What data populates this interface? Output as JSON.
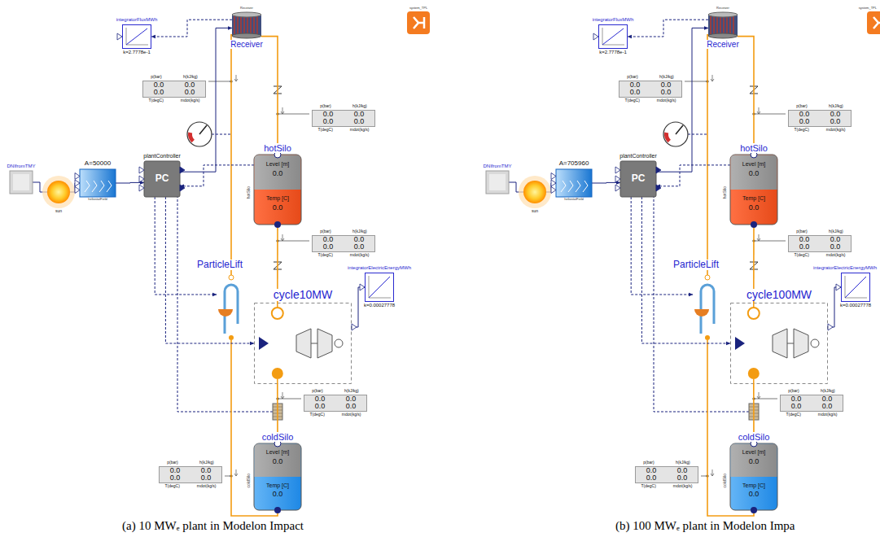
{
  "diagram": {
    "nodes": [
      {
        "text": [
          "integratorFluxMWh",
          "k=2.7778e-1"
        ]
      },
      {
        "text": [
          "Receiver",
          "Receiver"
        ]
      },
      {
        "text": [
          "system_TPL"
        ]
      },
      {
        "text": [
          "p(bar)",
          "h(kJ/kg)",
          "0.0",
          "0.0",
          "0.0",
          "0.0",
          "T(degC)",
          "mdot(kg/s)"
        ]
      },
      {
        "text": [
          "p(bar)",
          "h(kJ/kg)",
          "0.0",
          "0.0",
          "0.0",
          "0.0",
          "T(degC)",
          "mdot(kg/s)"
        ]
      },
      {
        "text": [
          "DNIfromTMY"
        ]
      },
      {
        "text": [
          "sun"
        ]
      },
      {
        "text": [
          "A=50000",
          "heliostatField"
        ]
      },
      {
        "text": [
          "plantController",
          "PC"
        ]
      },
      {
        "text": [
          "hotSilo",
          "Level [m]",
          "0.0",
          "Temp [C]",
          "0.0",
          "hotSilo"
        ]
      },
      {
        "text": [
          "p(bar)",
          "h(kJ/kg)",
          "0.0",
          "0.0",
          "0.0",
          "0.0",
          "T(degC)",
          "mdot(kg/s)"
        ]
      },
      {
        "text": [
          "ParticleLift"
        ]
      },
      {
        "text": [
          "cycle10MW"
        ]
      },
      {
        "text": [
          "integratorElectricEnergyMWh",
          "k=0.00027778"
        ]
      },
      {
        "text": [
          "p(bar)",
          "h(kJ/kg)",
          "0.0",
          "0.0",
          "0.0",
          "0.0",
          "T(degC)",
          "mdot(kg/s)"
        ]
      },
      {
        "text": [
          "coldSilo",
          "Level [m]",
          "0.0",
          "Temp [C]",
          "0.0",
          "coldSilo"
        ]
      },
      {
        "text": [
          "p(bar)",
          "h(kJ/kg)",
          "0.0",
          "0.0",
          "0.0",
          "0.0",
          "T(degC)",
          "mdot(kg/s)"
        ]
      },
      {
        "text": [
          "integratorFluxMWh",
          "k=2.7778e-1"
        ]
      },
      {
        "text": [
          "Receiver",
          "Receiver"
        ]
      },
      {
        "text": [
          "system_TPL"
        ]
      },
      {
        "text": [
          "p(bar)",
          "h(kJ/kg)",
          "0.0",
          "0.0",
          "0.0",
          "0.0",
          "T(degC)",
          "mdot(kg/s)"
        ]
      },
      {
        "text": [
          "p(bar)",
          "h(kJ/kg)",
          "0.0",
          "0.0",
          "0.0",
          "0.0",
          "T(degC)",
          "mdot(kg/s)"
        ]
      },
      {
        "text": [
          "DNIfromTMY"
        ]
      },
      {
        "text": [
          "sun"
        ]
      },
      {
        "text": [
          "A=705960",
          "heliostatField"
        ]
      },
      {
        "text": [
          "plantController",
          "PC"
        ]
      },
      {
        "text": [
          "hotSilo",
          "Level [m]",
          "0.0",
          "Temp [C]",
          "0.0",
          "hotSilo"
        ]
      },
      {
        "text": [
          "p(bar)",
          "h(kJ/kg)",
          "0.0",
          "0.0",
          "0.0",
          "0.0",
          "T(degC)",
          "mdot(kg/s)"
        ]
      },
      {
        "text": [
          "ParticleLift"
        ]
      },
      {
        "text": [
          "cycle100MW"
        ]
      },
      {
        "text": [
          "integratorElectricEnergyMWh",
          "k=0.00027778"
        ]
      },
      {
        "text": [
          "p(bar)",
          "h(kJ/kg)",
          "0.0",
          "0.0",
          "0.0",
          "0.0",
          "T(degC)",
          "mdot(kg/s)"
        ]
      },
      {
        "text": [
          "coldSilo",
          "Level [m]",
          "0.0",
          "Temp [C]",
          "0.0",
          "coldSilo"
        ]
      },
      {
        "text": [
          "p(bar)",
          "h(kJ/kg)",
          "0.0",
          "0.0",
          "0.0",
          "0.0",
          "T(degC)",
          "mdot(kg/s)"
        ]
      }
    ],
    "edges": [
      {
        "from": 1,
        "to": 9,
        "arrow": "none"
      },
      {
        "from": 9,
        "to": 12,
        "arrow": "none"
      },
      {
        "from": 12,
        "to": 15,
        "arrow": "none"
      },
      {
        "from": 15,
        "to": 11,
        "arrow": "none"
      },
      {
        "from": 11,
        "to": 1,
        "arrow": "none"
      },
      {
        "from": 5,
        "to": 6,
        "arrow": "none"
      },
      {
        "from": 6,
        "to": 7,
        "arrow": "to"
      },
      {
        "from": 7,
        "to": 8,
        "arrow": "to"
      },
      {
        "from": 8,
        "to": 1,
        "arrow": "to"
      },
      {
        "from": 1,
        "to": 0,
        "arrow": "to"
      },
      {
        "from": 9,
        "to": 8,
        "arrow": "to"
      },
      {
        "from": 8,
        "to": 11,
        "arrow": "to"
      },
      {
        "from": 8,
        "to": 12,
        "arrow": "to"
      },
      {
        "from": 12,
        "to": 13,
        "arrow": "to"
      },
      {
        "from": 18,
        "to": 26,
        "arrow": "none"
      },
      {
        "from": 26,
        "to": 29,
        "arrow": "none"
      },
      {
        "from": 29,
        "to": 32,
        "arrow": "none"
      },
      {
        "from": 32,
        "to": 28,
        "arrow": "none"
      },
      {
        "from": 28,
        "to": 18,
        "arrow": "none"
      },
      {
        "from": 22,
        "to": 23,
        "arrow": "none"
      },
      {
        "from": 23,
        "to": 24,
        "arrow": "to"
      },
      {
        "from": 24,
        "to": 25,
        "arrow": "to"
      },
      {
        "from": 25,
        "to": 18,
        "arrow": "to"
      },
      {
        "from": 18,
        "to": 17,
        "arrow": "to"
      },
      {
        "from": 26,
        "to": 25,
        "arrow": "to"
      },
      {
        "from": 25,
        "to": 28,
        "arrow": "to"
      },
      {
        "from": 25,
        "to": 29,
        "arrow": "to"
      },
      {
        "from": 29,
        "to": 30,
        "arrow": "to"
      }
    ],
    "labels": [
      "(a) 10 MWₑ plant in Modelon Impact",
      "(b) 100 MWₑ plant in Modelon Impa"
    ]
  }
}
